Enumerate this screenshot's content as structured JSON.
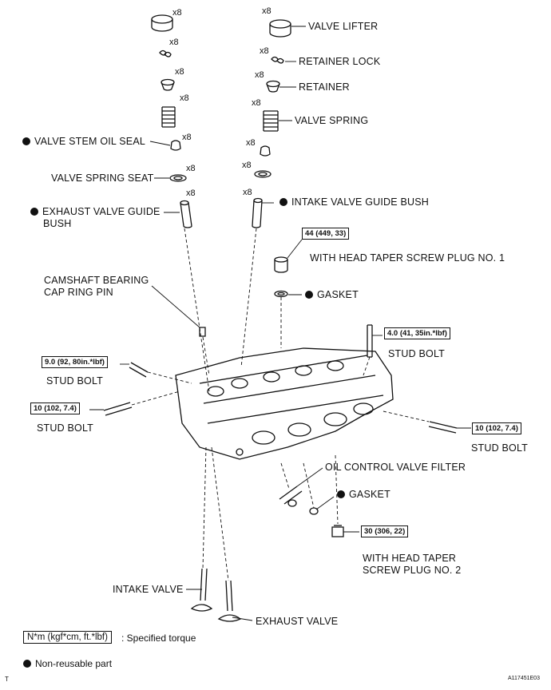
{
  "labels": {
    "valve_lifter": "VALVE LIFTER",
    "retainer_lock": "RETAINER LOCK",
    "retainer": "RETAINER",
    "valve_spring": "VALVE SPRING",
    "valve_stem_oil_seal": "VALVE STEM OIL SEAL",
    "valve_spring_seat": "VALVE SPRING SEAT",
    "exhaust_valve_guide_bush_1": "EXHAUST VALVE GUIDE",
    "exhaust_valve_guide_bush_2": "BUSH",
    "intake_valve_guide_bush": "INTAKE VALVE GUIDE BUSH",
    "with_head_taper_plug_1": "WITH HEAD TAPER SCREW PLUG NO. 1",
    "gasket_upper": "GASKET",
    "camshaft_pin_1": "CAMSHAFT BEARING",
    "camshaft_pin_2": "CAP RING PIN",
    "stud_bolt_right_upper": "STUD BOLT",
    "stud_bolt_left_upper": "STUD BOLT",
    "stud_bolt_left_lower": "STUD BOLT",
    "stud_bolt_right_lower": "STUD BOLT",
    "oil_control_valve_filter": "OIL CONTROL VALVE FILTER",
    "gasket_lower": "GASKET",
    "with_head_taper_plug_2a": "WITH HEAD TAPER",
    "with_head_taper_plug_2b": "SCREW PLUG NO. 2",
    "intake_valve": "INTAKE VALVE",
    "exhaust_valve": "EXHAUST VALVE"
  },
  "quantity": "x8",
  "torques": {
    "plug_no1": "44 (449, 33)",
    "stud_right_upper": "4.0 (41, 35in.*lbf)",
    "stud_left_upper": "9.0 (92, 80in.*lbf)",
    "stud_left_lower": "10 (102, 7.4)",
    "stud_right_lower": "10 (102, 7.4)",
    "plug_no2": "30 (306, 22)"
  },
  "legend": {
    "torque_box": "N*m (kgf*cm, ft.*lbf)",
    "torque_text": ": Specified torque",
    "nonreusable_text": "Non-reusable part"
  },
  "footer": {
    "left_mark": "T",
    "figure_code": "A117451E03"
  }
}
